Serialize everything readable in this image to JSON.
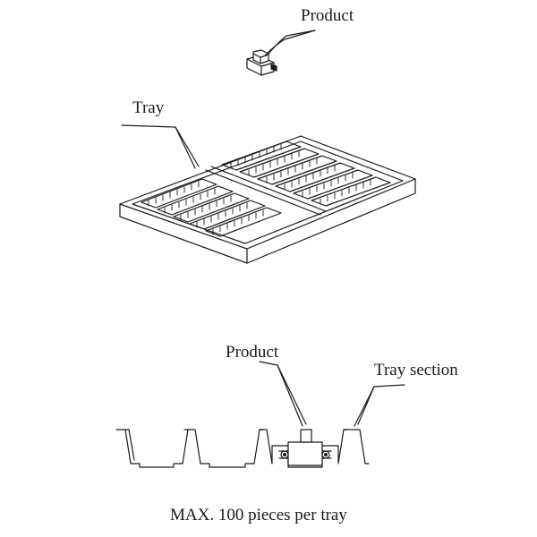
{
  "labels": {
    "product_top": "Product",
    "tray": "Tray",
    "product_bottom": "Product",
    "tray_section": "Tray section"
  },
  "caption": "MAX. 100 pieces per tray",
  "colors": {
    "line": "#1a1a1a",
    "background": "#ffffff"
  }
}
